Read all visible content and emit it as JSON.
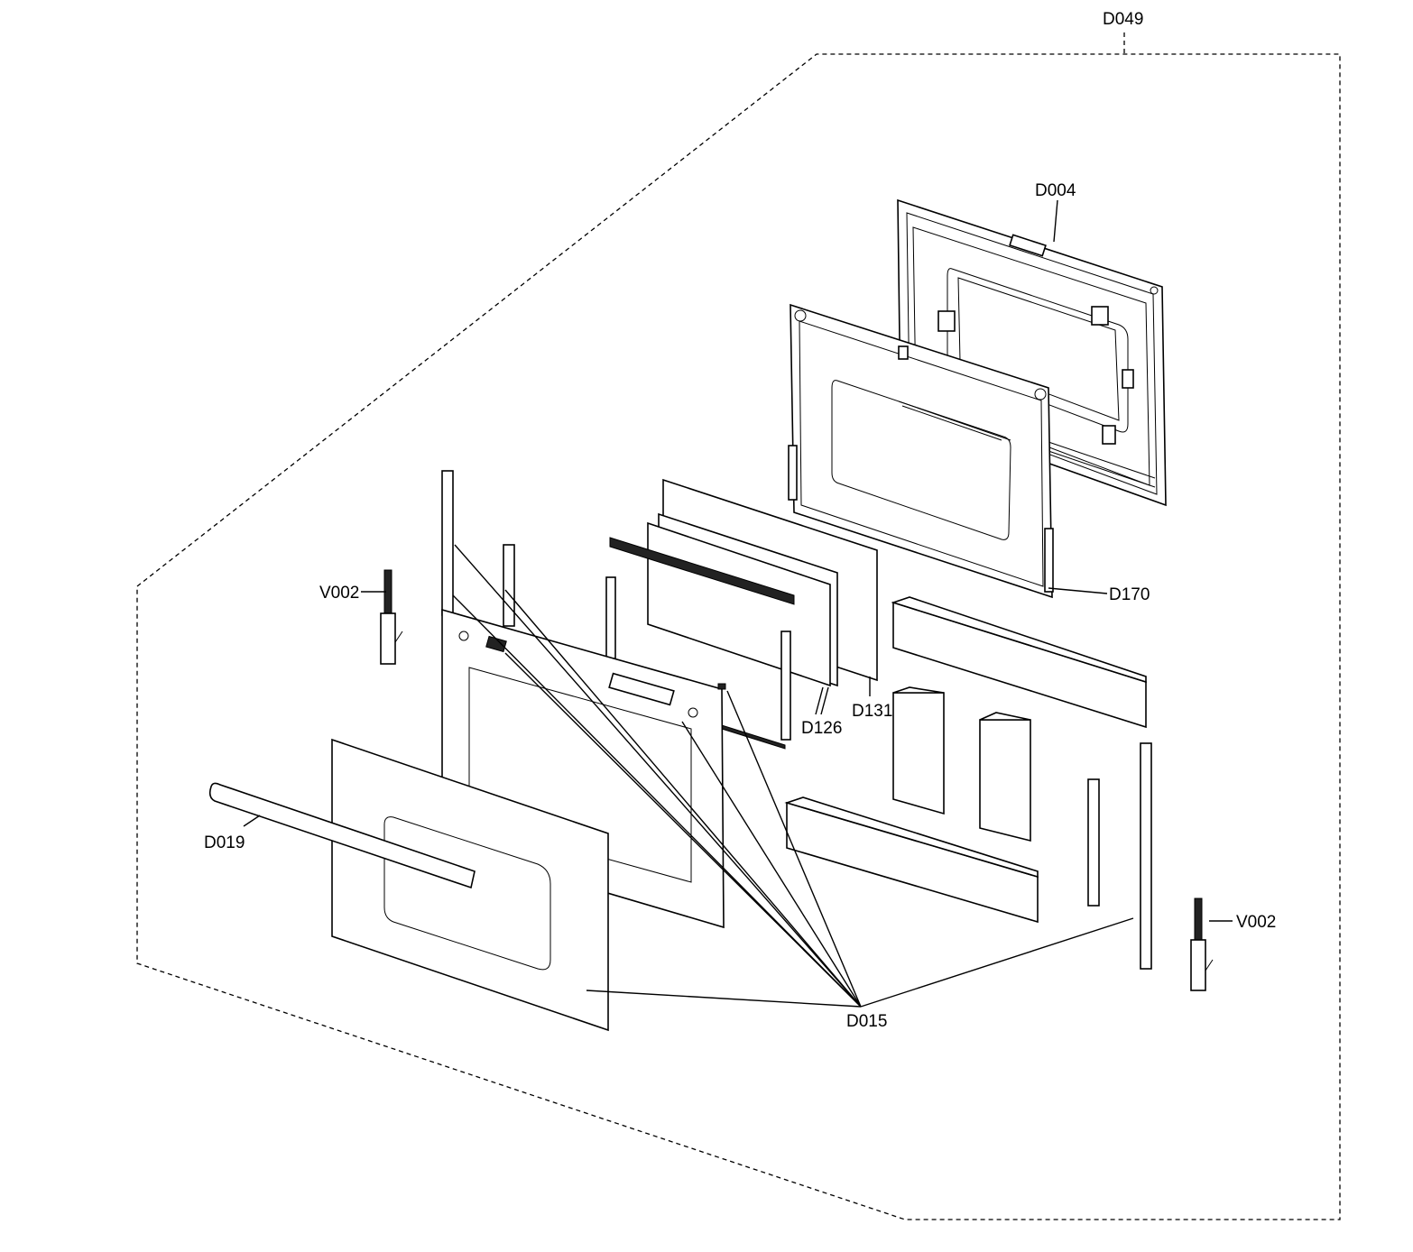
{
  "labels": {
    "assembly": "D049",
    "inner_door": "D004",
    "door_liner": "D170",
    "glass_outer_pack": "D131",
    "glass_inner_pack": "D126",
    "hinge_left": "V002",
    "hinge_right": "V002",
    "handle": "D019",
    "screws": "D015"
  }
}
